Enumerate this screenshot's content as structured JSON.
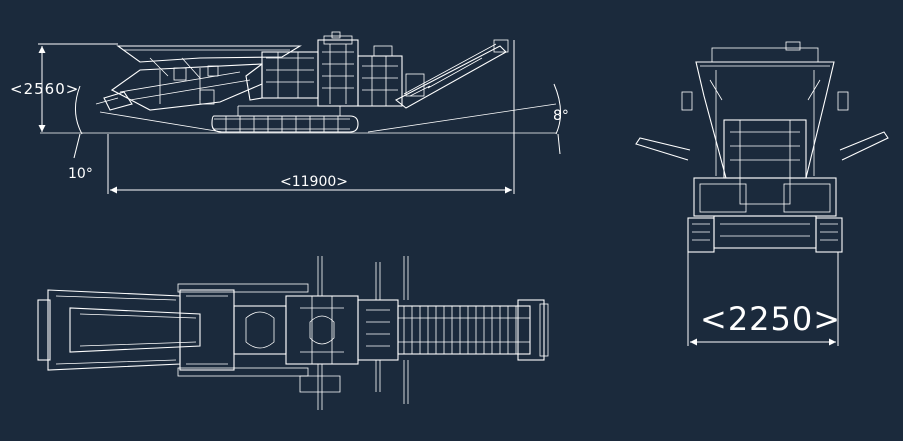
{
  "drawing": {
    "background_color": "#1b2a3c",
    "line_color": "#ffffff",
    "side_view": {
      "height_label": "<2560>",
      "length_label": "<11900>",
      "rear_angle_label": "10°",
      "front_angle_label": "8°"
    },
    "front_view": {
      "width_label": "<2250>"
    },
    "top_view": {}
  }
}
